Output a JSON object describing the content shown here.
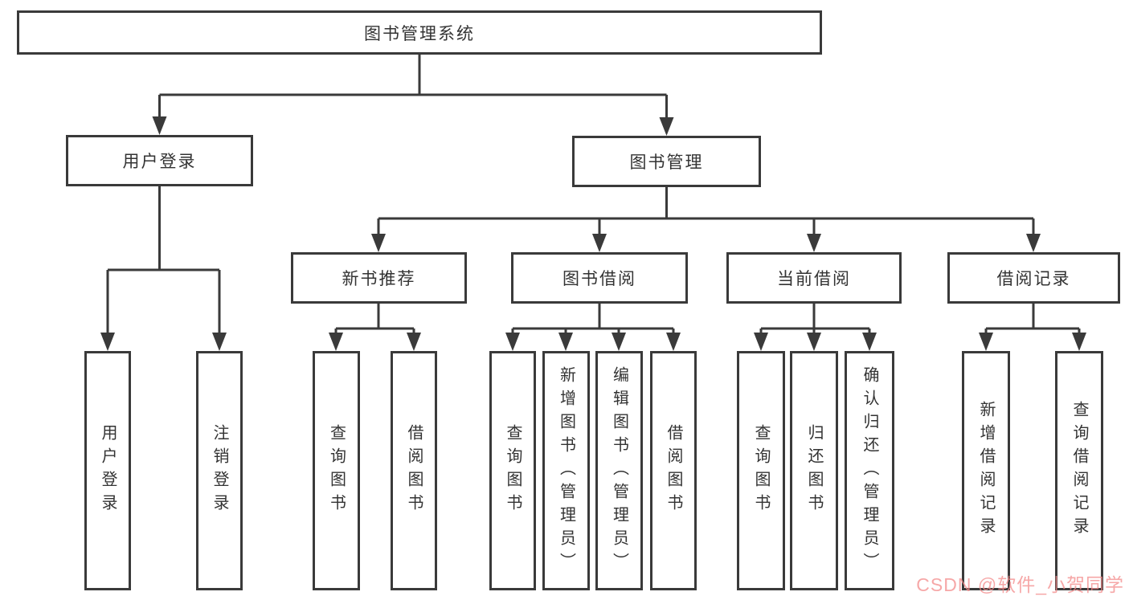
{
  "diagram": {
    "root": {
      "label": "图书管理系统"
    },
    "level2": [
      {
        "label": "用户登录"
      },
      {
        "label": "图书管理"
      }
    ],
    "level3": [
      {
        "label": "新书推荐"
      },
      {
        "label": "图书借阅"
      },
      {
        "label": "当前借阅"
      },
      {
        "label": "借阅记录"
      }
    ],
    "leaves": [
      {
        "label": "用户登录"
      },
      {
        "label": "注销登录"
      },
      {
        "label": "查询图书"
      },
      {
        "label": "借阅图书"
      },
      {
        "label": "查询图书"
      },
      {
        "label": "新增图书（管理员）"
      },
      {
        "label": "编辑图书（管理员）"
      },
      {
        "label": "借阅图书"
      },
      {
        "label": "查询图书"
      },
      {
        "label": "归还图书"
      },
      {
        "label": "确认归还（管理员）"
      },
      {
        "label": "新增借阅记录"
      },
      {
        "label": "查询借阅记录"
      }
    ]
  },
  "watermark": {
    "text": "CSDN @软件_小贺同学",
    "color": "rgba(243,138,138,0.75)"
  },
  "colors": {
    "line": "#3a3a3a",
    "text": "#333333",
    "background": "#ffffff"
  }
}
